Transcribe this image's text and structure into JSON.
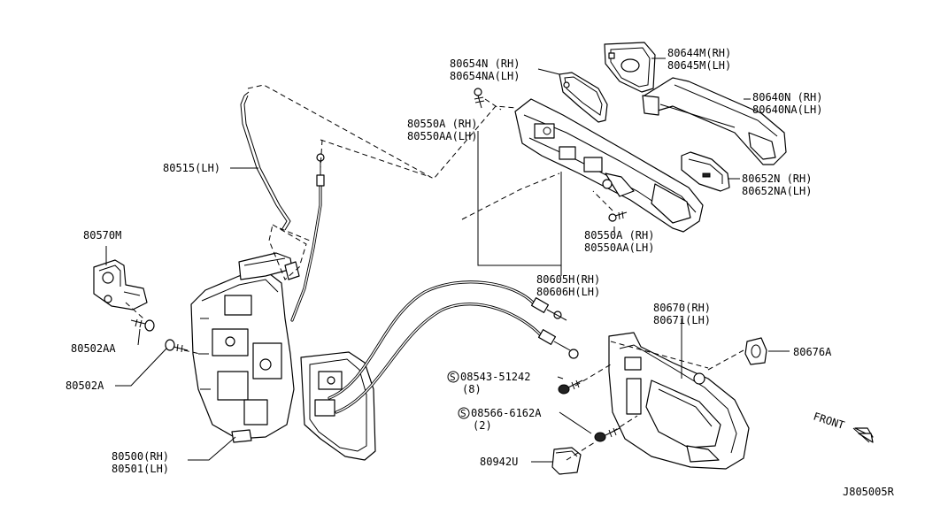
{
  "labels": {
    "p80644m": "80644M(RH)",
    "p80645m": "80645M(LH)",
    "p80654n": "80654N (RH)",
    "p80654na": "80654NA(LH)",
    "p80640n": "80640N (RH)",
    "p80640na": "80640NA(LH)",
    "p80550a_top": "80550A (RH)",
    "p80550aa_top": "80550AA(LH)",
    "p80515": "80515(LH)",
    "p80652n": "80652N (RH)",
    "p80652na": "80652NA(LH)",
    "p80570m": "80570M",
    "p80550a_bot": "80550A (RH)",
    "p80550aa_bot": "80550AA(LH)",
    "p80605h": "80605H(RH)",
    "p80606h": "80606H(LH)",
    "p80670": "80670(RH)",
    "p80671": "80671(LH)",
    "p80502aa": "80502AA",
    "p80676a": "80676A",
    "p80502a": "80502A",
    "p08543": "08543-51242",
    "p08543_qty": "(8)",
    "p08566": "08566-6162A",
    "p08566_qty": "(2)",
    "p80500": "80500(RH)",
    "p80501": "80501(LH)",
    "p80942u": "80942U",
    "front": "FRONT",
    "diagram_id": "J805005R",
    "s_mark": "S"
  }
}
